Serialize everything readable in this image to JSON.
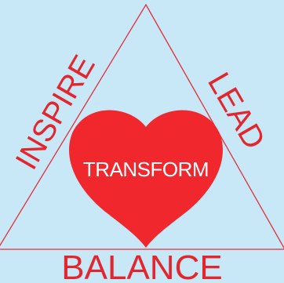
{
  "diagram": {
    "center_label": "TRANSFORM",
    "left_side_label": "INSPIRE",
    "right_side_label": "LEAD",
    "bottom_label": "BALANCE"
  },
  "colors": {
    "background": "#c8e7f7",
    "accent_red": "#f0282e",
    "heart_text": "#ffffff"
  }
}
